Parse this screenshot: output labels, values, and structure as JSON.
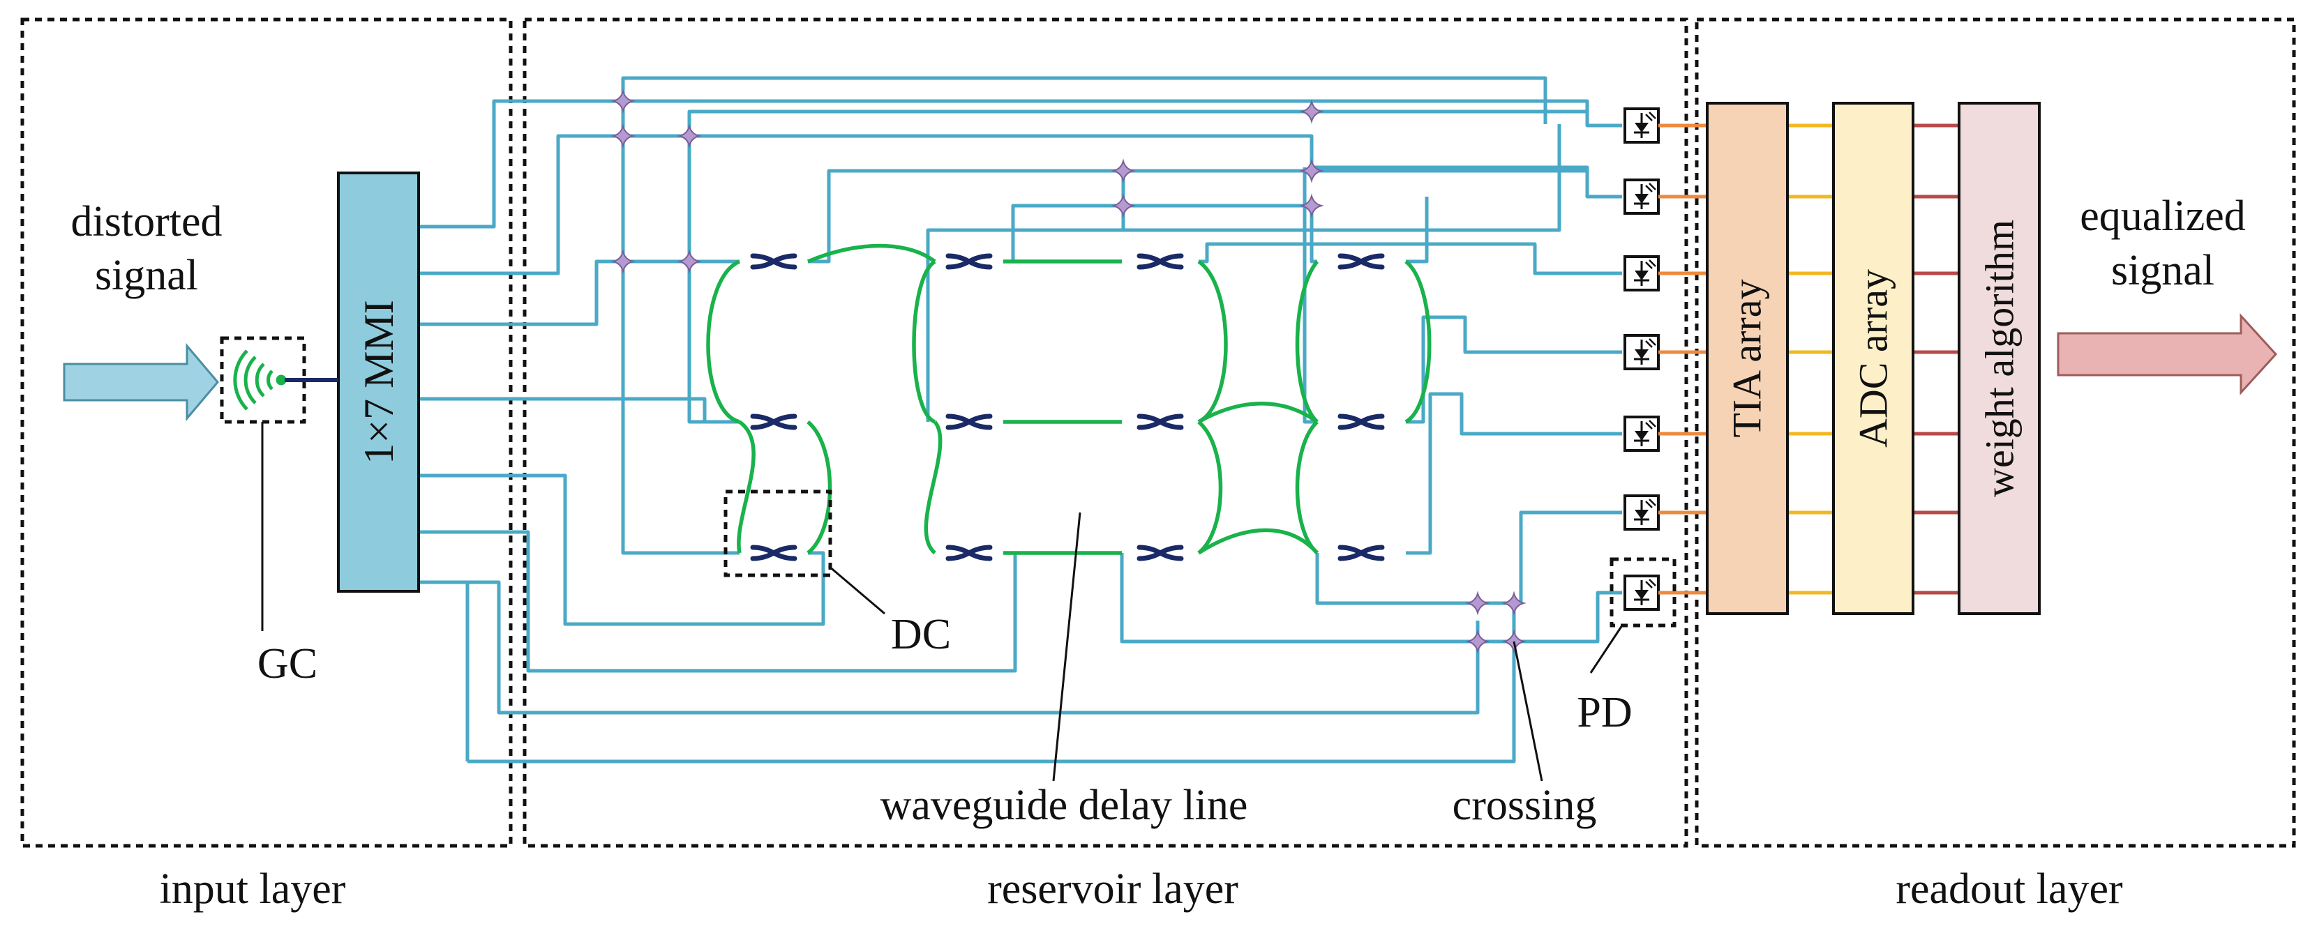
{
  "layers": {
    "input": "input layer",
    "reservoir": "reservoir layer",
    "readout": "readout layer"
  },
  "input_signal": [
    "distorted",
    "signal"
  ],
  "output_signal": [
    "equalized",
    "signal"
  ],
  "blocks": {
    "mmi": "1×7 MMI",
    "tia": "TIA array",
    "adc": "ADC array",
    "weight": "weight algorithm"
  },
  "callouts": {
    "gc": "GC",
    "dc": "DC",
    "pd": "PD",
    "delay_line": "waveguide delay line",
    "crossing": "crossing"
  },
  "colors": {
    "waveguide": "#4aa9c6",
    "delay_line": "#19b24b",
    "coupler": "#1a2a66",
    "crossing": "#b49ad0",
    "mmi": "#8ecbdc",
    "tia": "#f7d3b5",
    "adc": "#fdf0c8",
    "weight": "#f0dcdc",
    "input_arrow": "#9fd3e3",
    "output_arrow": "#e9b3b3",
    "tia_link": "#ee8a3e",
    "adc_link": "#f2b822",
    "weight_link": "#b84a4a"
  },
  "icons": {
    "grating": "grating-coupler-icon",
    "photodiode": "photodiode-icon"
  }
}
